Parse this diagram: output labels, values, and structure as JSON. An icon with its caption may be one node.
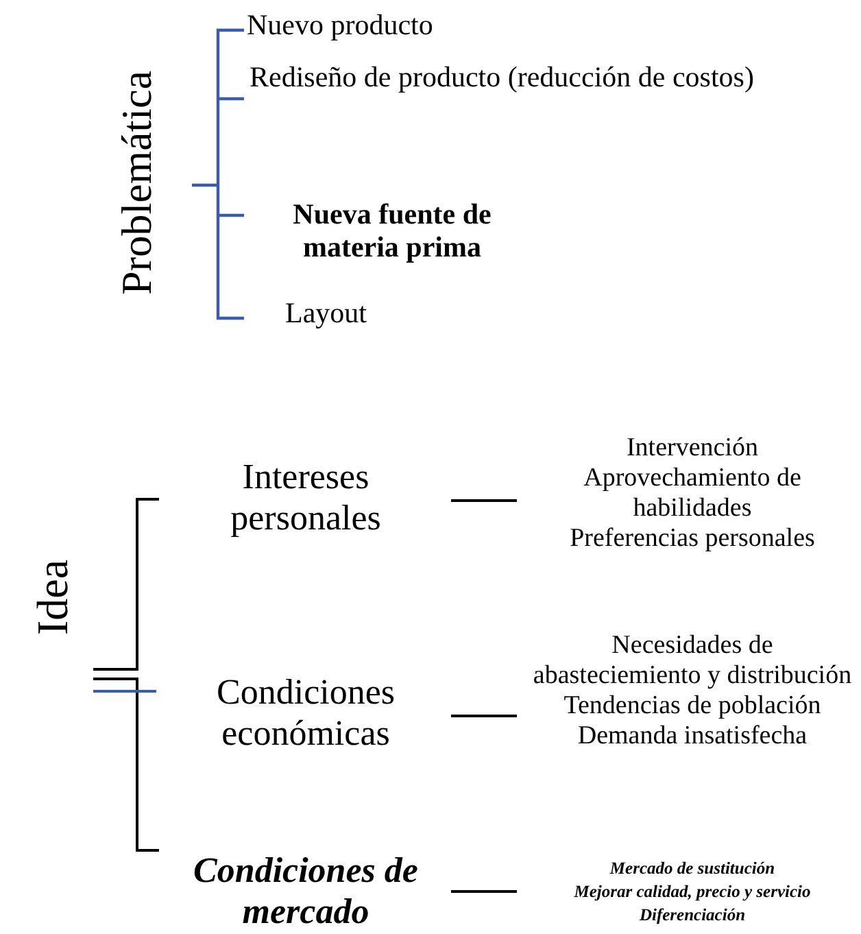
{
  "diagram": {
    "nodes": [
      {
        "text": [
          "Problemática"
        ]
      },
      {
        "text": [
          "Nuevo producto"
        ]
      },
      {
        "text": [
          "Rediseño de producto (reducción de costos)"
        ]
      },
      {
        "text": [
          "Nueva fuente de materia prima"
        ]
      },
      {
        "text": [
          "Layout"
        ]
      },
      {
        "text": [
          "Idea"
        ]
      },
      {
        "text": [
          "Intereses personales"
        ]
      },
      {
        "text": [
          "Intervención",
          "Aprovechamiento de habilidades",
          "Preferencias personales"
        ]
      },
      {
        "text": [
          "Condiciones económicas"
        ]
      },
      {
        "text": [
          "Necesidades de abasteciemiento y distribución",
          "Tendencias de población",
          "Demanda insatisfecha"
        ]
      },
      {
        "text": [
          "Condiciones de mercado"
        ]
      },
      {
        "text": [
          "Mercado de sustitución",
          "Mejorar calidad, precio y servicio",
          "Diferenciación"
        ]
      }
    ],
    "edges": [
      {
        "from": 6,
        "to": 7,
        "arrow": "none"
      },
      {
        "from": 8,
        "to": 9,
        "arrow": "none"
      },
      {
        "from": 10,
        "to": 11,
        "arrow": "none"
      }
    ]
  }
}
